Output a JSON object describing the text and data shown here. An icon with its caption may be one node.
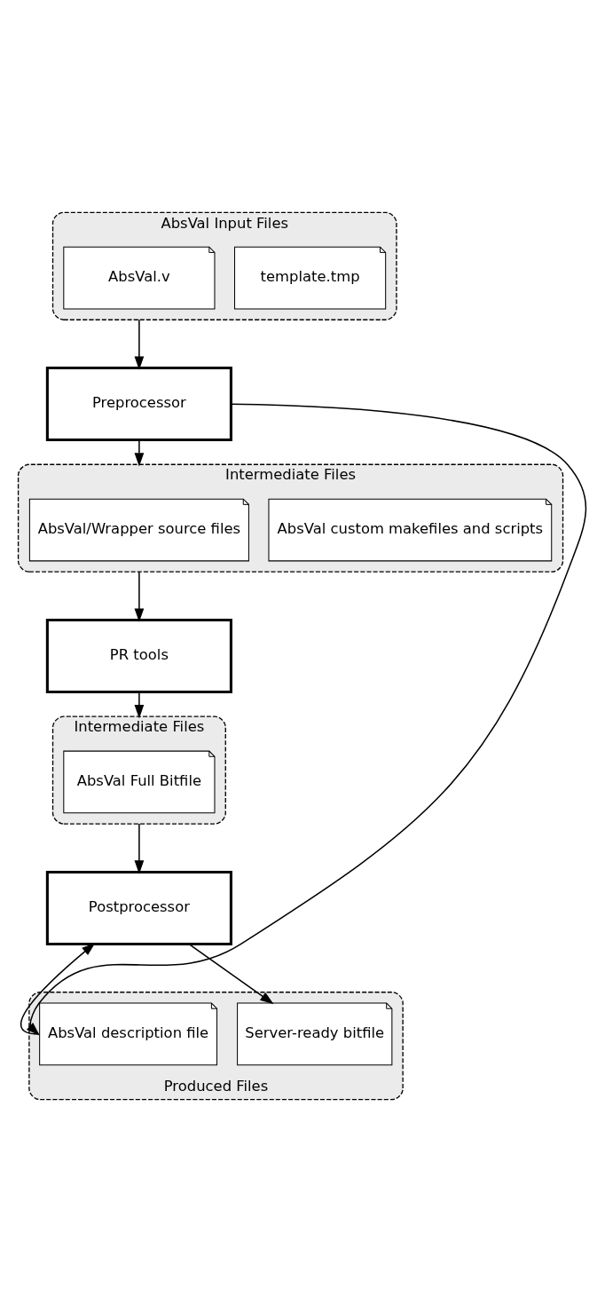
{
  "diagram": {
    "nodes": [
      {
        "text": [
          "AbsVal Input Files"
        ]
      },
      {
        "text": [
          "AbsVal.v"
        ],
        "in": 0
      },
      {
        "text": [
          "template.tmp"
        ],
        "in": 0
      },
      {
        "text": [
          "Preprocessor"
        ]
      },
      {
        "text": [
          "Intermediate Files"
        ]
      },
      {
        "text": [
          "AbsVal/Wrapper source files"
        ],
        "in": 4
      },
      {
        "text": [
          "AbsVal custom makefiles and scripts"
        ],
        "in": 4
      },
      {
        "text": [
          "PR tools"
        ]
      },
      {
        "text": [
          "Intermediate Files"
        ]
      },
      {
        "text": [
          "AbsVal Full Bitfile"
        ],
        "in": 8
      },
      {
        "text": [
          "Postprocessor"
        ]
      },
      {
        "text": [
          "Produced Files"
        ]
      },
      {
        "text": [
          "AbsVal description file"
        ],
        "in": 11
      },
      {
        "text": [
          "Server-ready bitfile"
        ],
        "in": 11
      }
    ],
    "edges": [
      {
        "from": 0,
        "to": 3,
        "arrow": "to"
      },
      {
        "from": 3,
        "to": 4,
        "arrow": "to"
      },
      {
        "from": 3,
        "to": 12,
        "arrow": "to"
      },
      {
        "from": 4,
        "to": 7,
        "arrow": "to"
      },
      {
        "from": 7,
        "to": 8,
        "arrow": "to"
      },
      {
        "from": 8,
        "to": 10,
        "arrow": "to"
      },
      {
        "from": 12,
        "to": 10,
        "arrow": "to"
      },
      {
        "from": 10,
        "to": 13,
        "arrow": "to"
      }
    ]
  }
}
